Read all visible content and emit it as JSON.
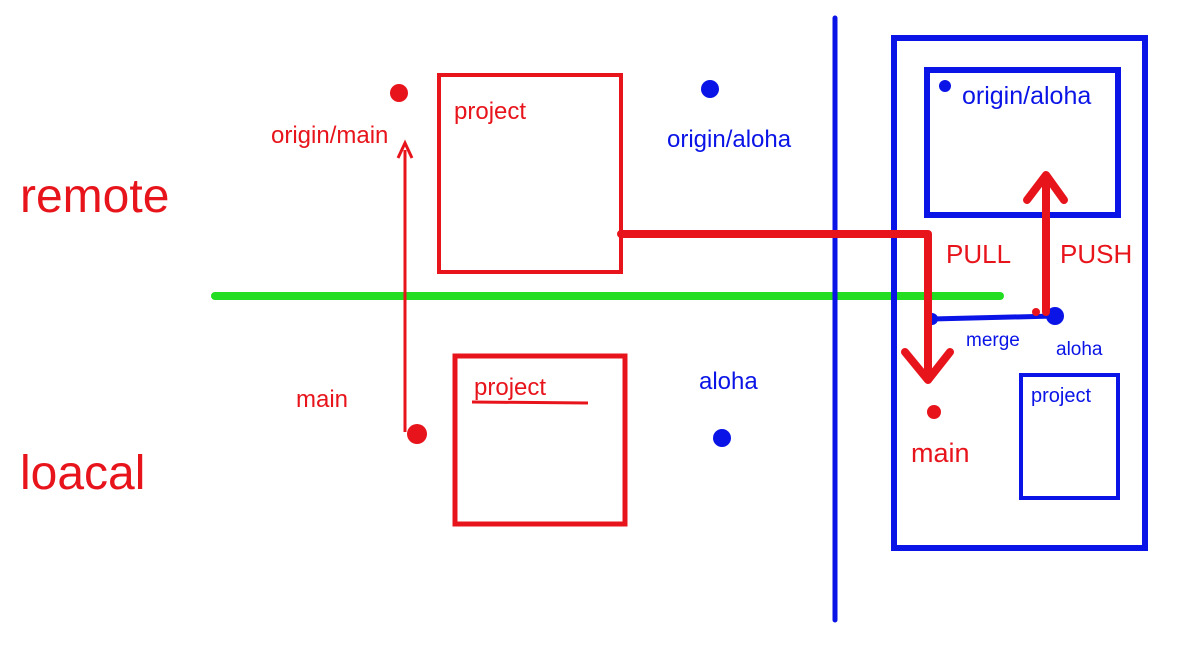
{
  "colors": {
    "red": "#e8141c",
    "blue": "#0a14e6",
    "green": "#22dd22"
  },
  "labels": {
    "remote": "remote",
    "local": "loacal",
    "origin_main": "origin/main",
    "project_remote": "project",
    "origin_aloha_left": "origin/aloha",
    "main_left": "main",
    "project_local": "project",
    "aloha_left": "aloha",
    "origin_aloha_right": "origin/aloha",
    "pull": "PULL",
    "push": "PUSH",
    "merge": "merge",
    "aloha_right": "aloha",
    "project_right": "project",
    "main_right": "main"
  }
}
